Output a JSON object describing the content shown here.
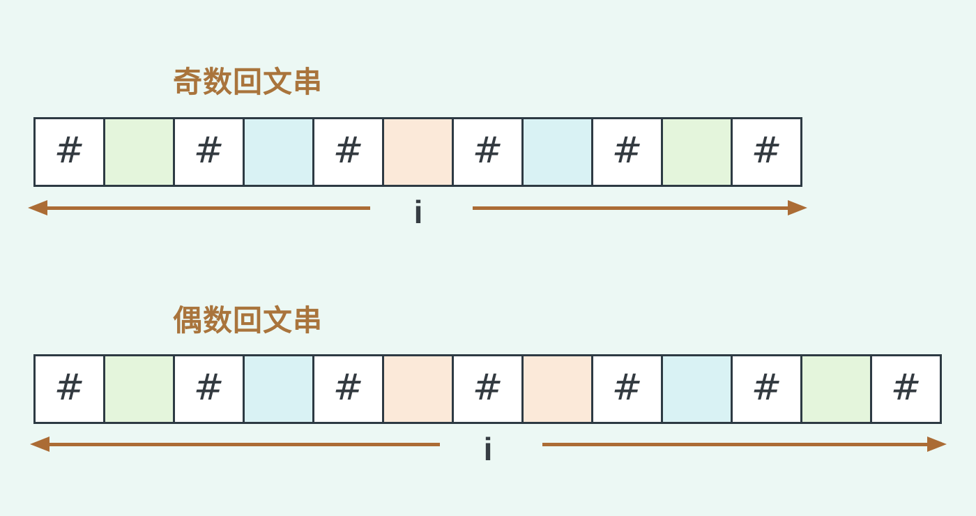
{
  "colors": {
    "page_bg": "#ecf8f4",
    "title": "#a9743c",
    "border": "#2d3a43",
    "cell_white": "#ffffff",
    "cell_green": "#e4f5dc",
    "cell_blue": "#d9f2f4",
    "cell_peach": "#fbe9d9",
    "arrow": "#ab6c35",
    "hash_text": "#333a40",
    "label_text": "#363d43"
  },
  "sections": [
    {
      "id": "odd",
      "title": "奇数回文串",
      "center_label": "i",
      "cells": [
        {
          "char": "#",
          "fill": "white"
        },
        {
          "char": "",
          "fill": "green"
        },
        {
          "char": "#",
          "fill": "white"
        },
        {
          "char": "",
          "fill": "blue"
        },
        {
          "char": "#",
          "fill": "white"
        },
        {
          "char": "",
          "fill": "peach"
        },
        {
          "char": "#",
          "fill": "white"
        },
        {
          "char": "",
          "fill": "blue"
        },
        {
          "char": "#",
          "fill": "white"
        },
        {
          "char": "",
          "fill": "green"
        },
        {
          "char": "#",
          "fill": "white"
        }
      ]
    },
    {
      "id": "even",
      "title": "偶数回文串",
      "center_label": "i",
      "cells": [
        {
          "char": "#",
          "fill": "white"
        },
        {
          "char": "",
          "fill": "green"
        },
        {
          "char": "#",
          "fill": "white"
        },
        {
          "char": "",
          "fill": "blue"
        },
        {
          "char": "#",
          "fill": "white"
        },
        {
          "char": "",
          "fill": "peach"
        },
        {
          "char": "#",
          "fill": "white"
        },
        {
          "char": "",
          "fill": "peach"
        },
        {
          "char": "#",
          "fill": "white"
        },
        {
          "char": "",
          "fill": "blue"
        },
        {
          "char": "#",
          "fill": "white"
        },
        {
          "char": "",
          "fill": "green"
        },
        {
          "char": "#",
          "fill": "white"
        }
      ]
    }
  ]
}
